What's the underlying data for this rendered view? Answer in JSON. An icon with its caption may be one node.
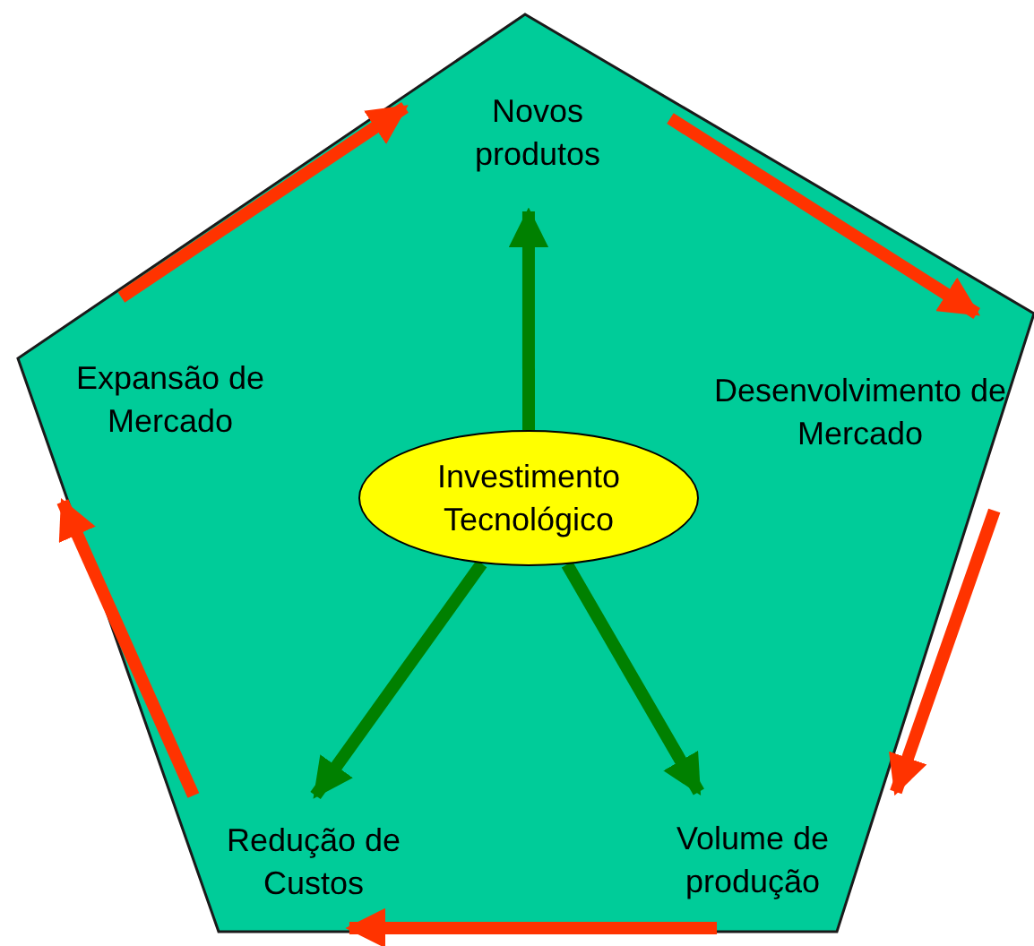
{
  "diagram": {
    "nodes": [
      {
        "text": [],
        "shape": "pentagon"
      },
      {
        "text": [
          "Novos produtos"
        ],
        "in": 0
      },
      {
        "text": [
          "Desenvolvimento de Mercado"
        ],
        "in": 0
      },
      {
        "text": [
          "Volume de produção"
        ],
        "in": 0
      },
      {
        "text": [
          "Redução de Custos"
        ],
        "in": 0
      },
      {
        "text": [
          "Expansão de Mercado"
        ],
        "in": 0
      },
      {
        "text": [
          "Investimento Tecnológico"
        ],
        "in": 0
      }
    ],
    "edges": [
      {
        "from": 6,
        "to": 1,
        "arrow": "to",
        "color": "#008000"
      },
      {
        "from": 6,
        "to": 4,
        "arrow": "to",
        "color": "#008000"
      },
      {
        "from": 6,
        "to": 3,
        "arrow": "to",
        "color": "#008000"
      },
      {
        "from": 1,
        "to": 2,
        "arrow": "to"
      },
      {
        "from": 2,
        "to": 3,
        "arrow": "to"
      },
      {
        "from": 3,
        "to": 4,
        "arrow": "to"
      },
      {
        "from": 4,
        "to": 5,
        "arrow": "to"
      },
      {
        "from": 5,
        "to": 1,
        "arrow": "to"
      }
    ]
  }
}
